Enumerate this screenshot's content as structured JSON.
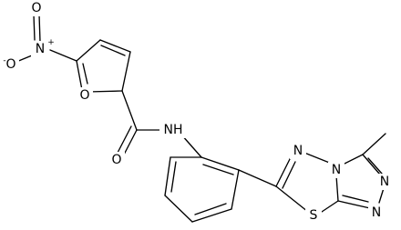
{
  "atoms": {
    "nitro_n": "N",
    "nitro_plus": "+",
    "nitro_o_top": "O",
    "nitro_o_left": "O",
    "nitro_minus": "-",
    "furan_o": "O",
    "carbonyl_o": "O",
    "amide_nh": "NH",
    "thiadiazole_n": "N",
    "bridge_n": "N",
    "triazole_n1": "N",
    "triazole_n2": "N",
    "thiadiazole_s": "S"
  }
}
